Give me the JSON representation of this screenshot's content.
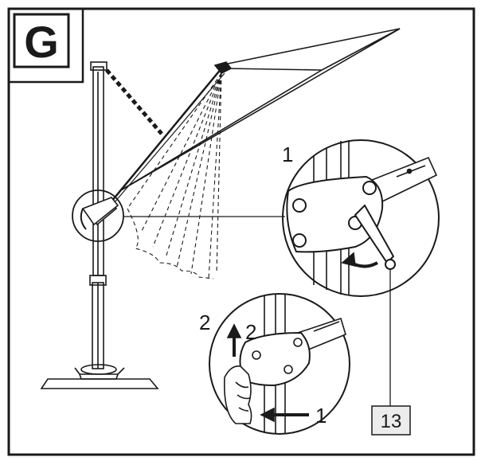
{
  "step": {
    "badge_letter": "G"
  },
  "callouts": {
    "top_step": "1",
    "bottom_step_outer": "2",
    "bottom_step_arrow": "2",
    "bottom_step_push": "1"
  },
  "part": {
    "number": "13"
  }
}
